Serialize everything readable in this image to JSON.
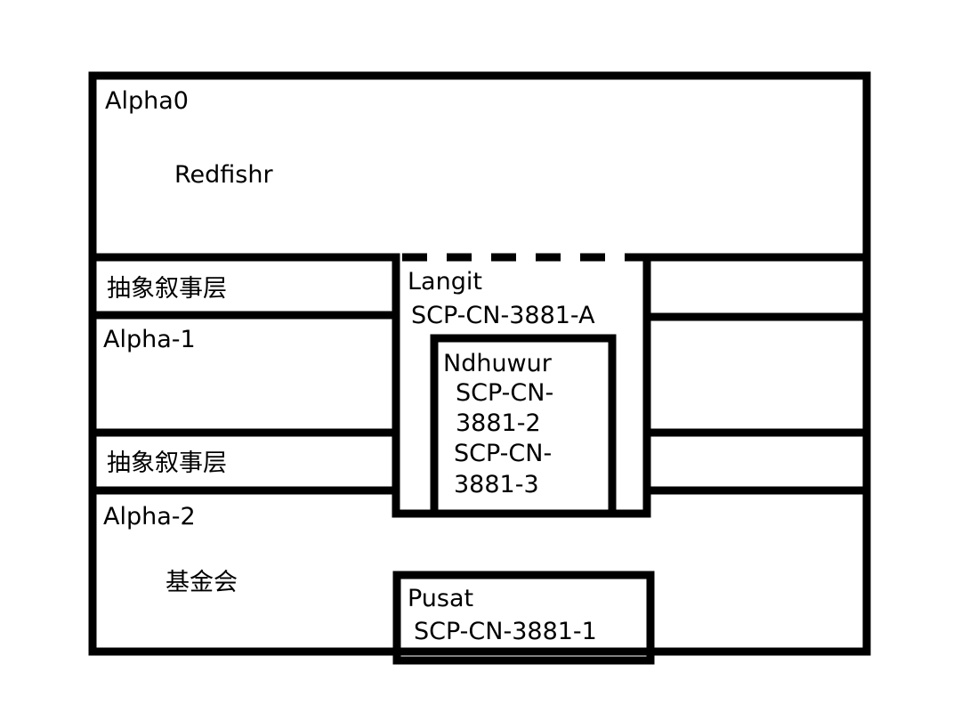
{
  "diagram": {
    "outer_label": "Alpha0",
    "redfishr": "Redfishr",
    "narrative_layer_1": "抽象叙事层",
    "alpha1": "Alpha-1",
    "narrative_layer_2": "抽象叙事层",
    "alpha2": "Alpha-2",
    "foundation": "基金会",
    "langit": {
      "title": "Langit",
      "code": "SCP-CN-3881-A"
    },
    "ndhuwur": {
      "title": "Ndhuwur",
      "code2_line1": "SCP-CN-",
      "code2_line2": "3881-2",
      "code3_line1": "SCP-CN-",
      "code3_line2": "3881-3"
    },
    "pusat": {
      "title": "Pusat",
      "code": "SCP-CN-3881-1"
    }
  },
  "colors": {
    "line": "#000000",
    "background": "#ffffff"
  }
}
